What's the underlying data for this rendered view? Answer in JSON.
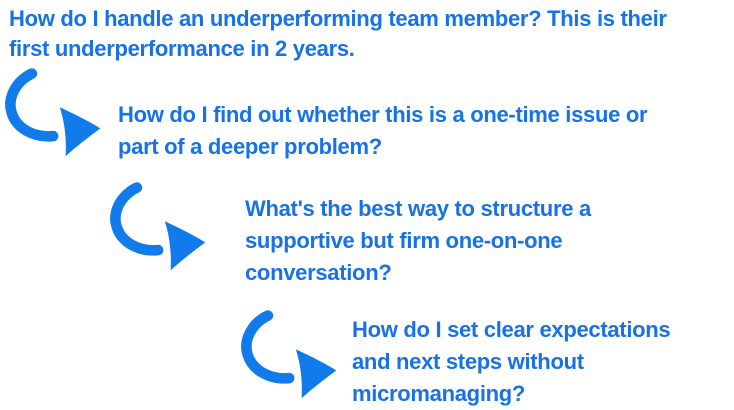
{
  "palette": {
    "background": "#FFFFFF",
    "text_blue": "#1772E8",
    "arrow_blue": "#127BEC"
  },
  "diagram": {
    "description": "cascading follow-up questions connected by hand-drawn curved arrows",
    "questions": [
      {
        "lines": [
          "How do I handle an underperforming team member? This is their",
          "first underperformance in 2 years."
        ]
      },
      {
        "lines": [
          "How do I find out whether this is a one-time issue or",
          "part of a deeper problem?"
        ]
      },
      {
        "lines": [
          "What's the best way to structure a",
          "supportive but firm one-on-one",
          "conversation?"
        ]
      },
      {
        "lines": [
          "How do I set clear expectations",
          "and next steps without",
          "micromanaging?"
        ]
      }
    ],
    "arrows": [
      {
        "icon": "curved-arrow-icon"
      },
      {
        "icon": "curved-arrow-icon"
      },
      {
        "icon": "curved-arrow-icon"
      }
    ]
  }
}
